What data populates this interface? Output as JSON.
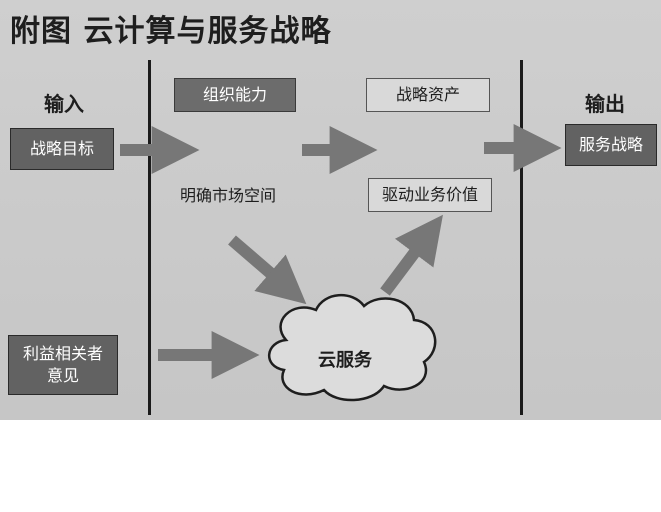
{
  "title": "附图 云计算与服务战略",
  "columns": {
    "input": "输入",
    "output": "输出"
  },
  "boxes": {
    "strategic_goal": "战略目标",
    "stakeholder_opinion": [
      "利益相关者",
      "意见"
    ],
    "org_capability": "组织能力",
    "clear_market_space": "明确市场空间",
    "strategic_assets": "战略资产",
    "drive_business_value": "驱动业务价值",
    "cloud_service": "云服务",
    "service_strategy": "服务战略"
  },
  "colors": {
    "arrow": "#777777",
    "dark_box": "#626262",
    "background": "#c9c9c9"
  }
}
